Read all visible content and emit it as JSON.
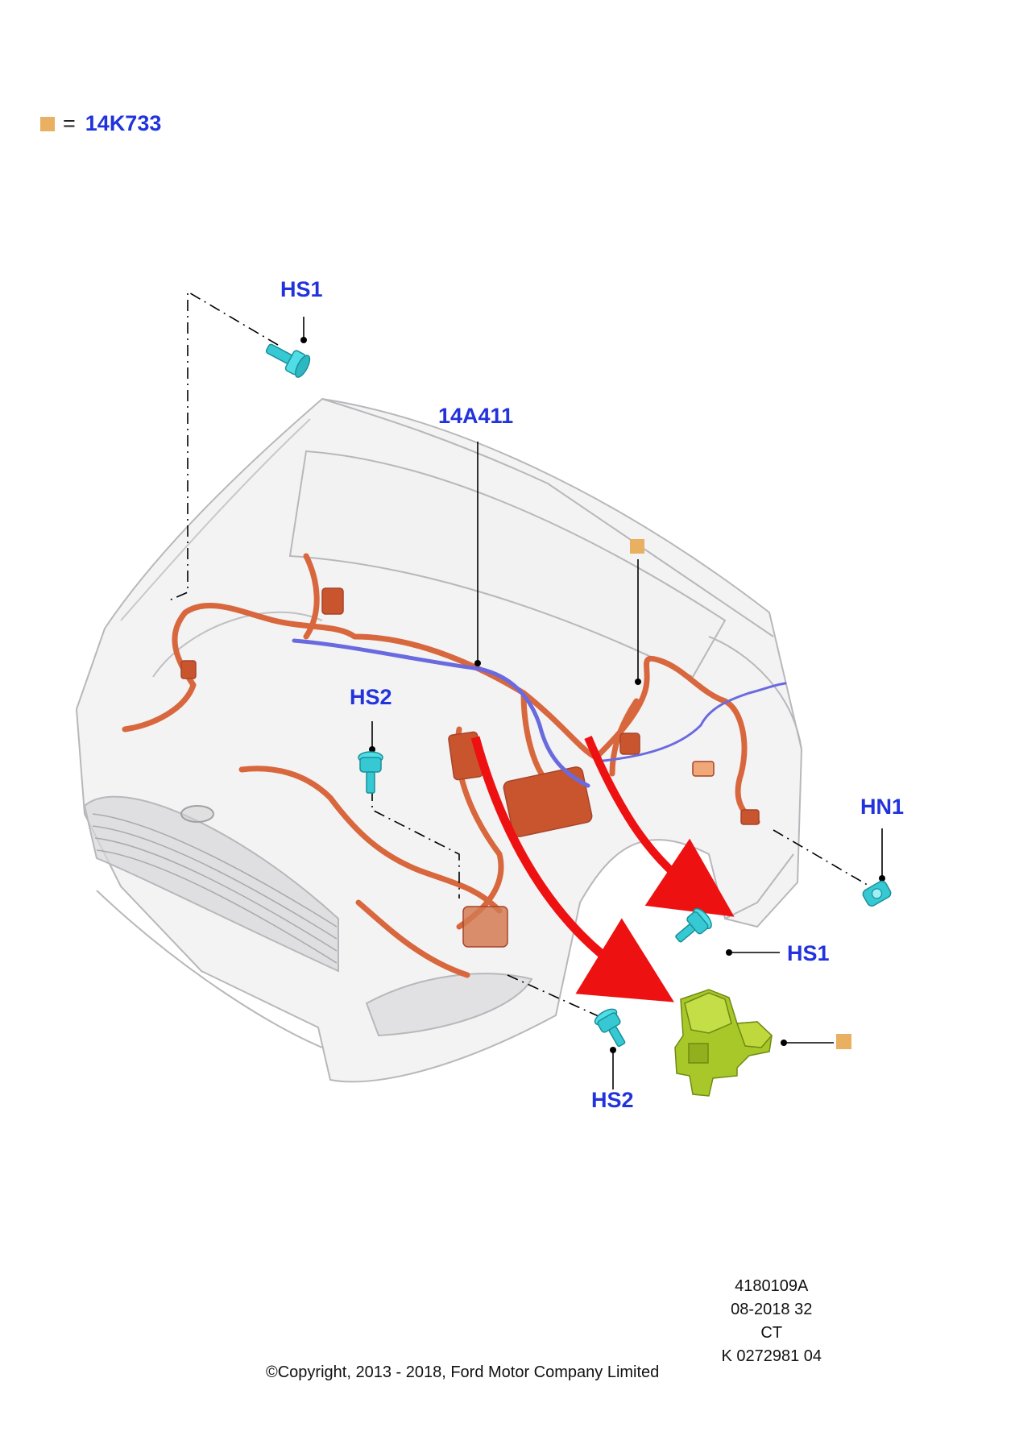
{
  "legend": {
    "symbol_color": "#e8b060",
    "equals": "=",
    "code": "14K733"
  },
  "callouts": {
    "hs1_top": "HS1",
    "harness": "14A411",
    "hs2_left": "HS2",
    "hn1": "HN1",
    "hs1_right": "HS1",
    "hs2_bottom": "HS2"
  },
  "colors": {
    "label_blue": "#2233dd",
    "harness_orange": "#d8673e",
    "clip_cyan": "#2fd0d8",
    "bracket_green": "#a8c82a",
    "arrow_red": "#ee1111",
    "marker_tan": "#e8b060"
  },
  "meta": {
    "line1": "4180109A",
    "line2": "08-2018 32",
    "line3": "CT",
    "line4": "K 0272981 04"
  },
  "copyright": "©Copyright, 2013 - 2018, Ford Motor Company Limited"
}
